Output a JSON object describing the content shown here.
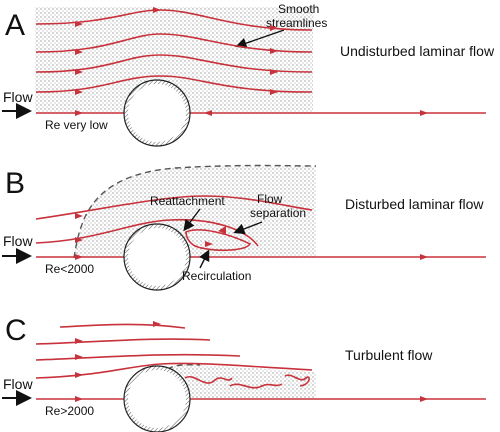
{
  "panels": [
    {
      "letter": "A",
      "caption": "Undisturbed laminar flow",
      "flow": "Flow",
      "re": "Re very low",
      "annot": [
        "Smooth",
        "streamlines"
      ]
    },
    {
      "letter": "B",
      "caption": "Disturbed laminar flow",
      "flow": "Flow",
      "re": "Re<2000",
      "reattachment": "Reattachment",
      "separation": [
        "Flow",
        "separation"
      ],
      "recirculation": "Recirculation"
    },
    {
      "letter": "C",
      "caption": "Turbulent flow",
      "flow": "Flow",
      "re": "Re>2000"
    }
  ],
  "colors": {
    "streamline": "#c8323c",
    "stipple": "#9a9a9a",
    "text": "#111111"
  }
}
